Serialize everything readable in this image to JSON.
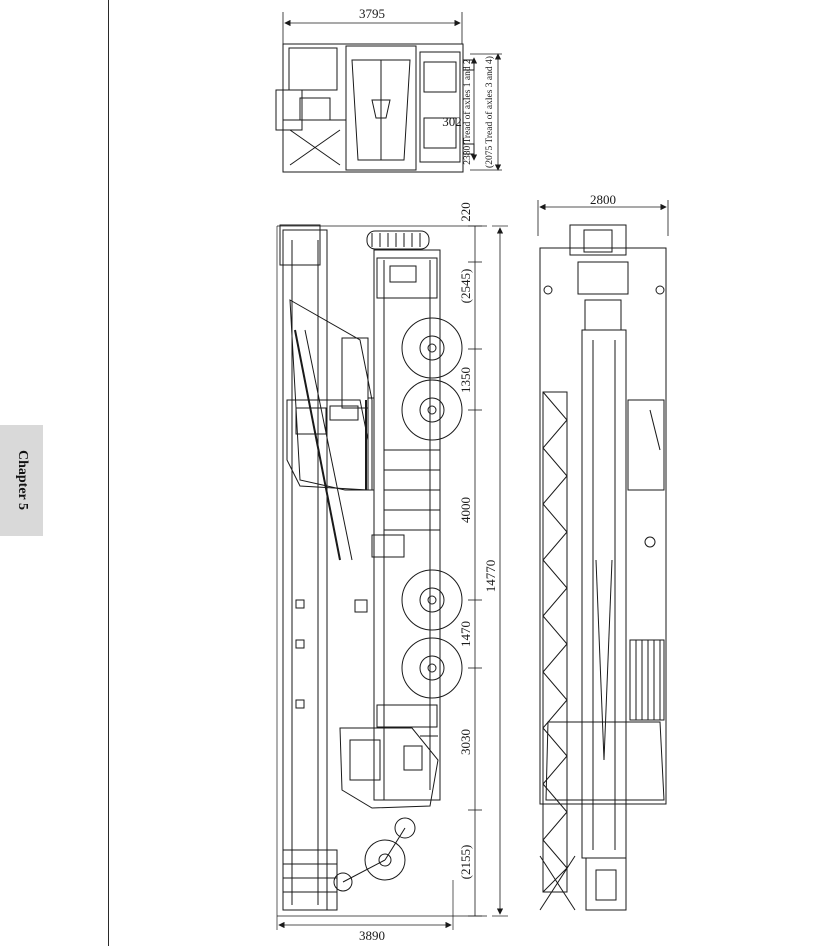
{
  "sidebar": {
    "chapter_label": "Chapter 5"
  },
  "colors": {
    "ink": "#1a1a1a",
    "tab": "#d9d9d9",
    "paper": "#ffffff"
  },
  "top_view": {
    "width_dim": "3795",
    "partial_dim": "302",
    "tread_front": "2380 Tread of axles 1 and 2",
    "tread_rear": "(2075 Tread of axles 3 and 4)"
  },
  "side_view": {
    "height_dims": [
      "220",
      "(2545)",
      "1350",
      "4000",
      "1470",
      "3030",
      "(2155)"
    ],
    "overall_length": "14770",
    "bottom_dim": "3890"
  },
  "rear_view": {
    "width_dim": "2800"
  }
}
